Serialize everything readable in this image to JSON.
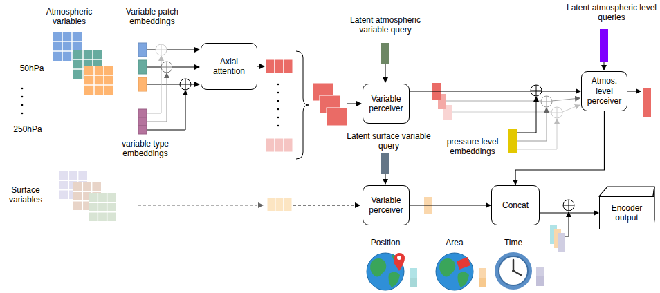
{
  "diagram": {
    "nodes": [
      {
        "text": [
          "Axial attention"
        ]
      },
      {
        "text": [
          "Variable perceiver"
        ]
      },
      {
        "text": [
          "Atmos. level perceiver"
        ]
      },
      {
        "text": [
          "Variable perceiver"
        ]
      },
      {
        "text": [
          "Concat"
        ]
      },
      {
        "text": [
          "Encoder output"
        ]
      }
    ],
    "edges": [
      {
        "from": 1,
        "to": 2,
        "arrow": "to"
      },
      {
        "from": 2,
        "to": 4,
        "arrow": "to"
      },
      {
        "from": 3,
        "to": 4,
        "arrow": "to"
      },
      {
        "from": 4,
        "to": 5,
        "arrow": "to"
      }
    ],
    "labels": [
      "Atmospheric variables",
      "Variable patch embeddings",
      "50hPa",
      "250hPa",
      "variable type embeddings",
      "Latent atmospheric variable query",
      "Latent atmospheric level queries",
      "pressure level embeddings",
      "Latent surface variable query",
      "Surface variables",
      "Position",
      "Area",
      "Time"
    ]
  }
}
